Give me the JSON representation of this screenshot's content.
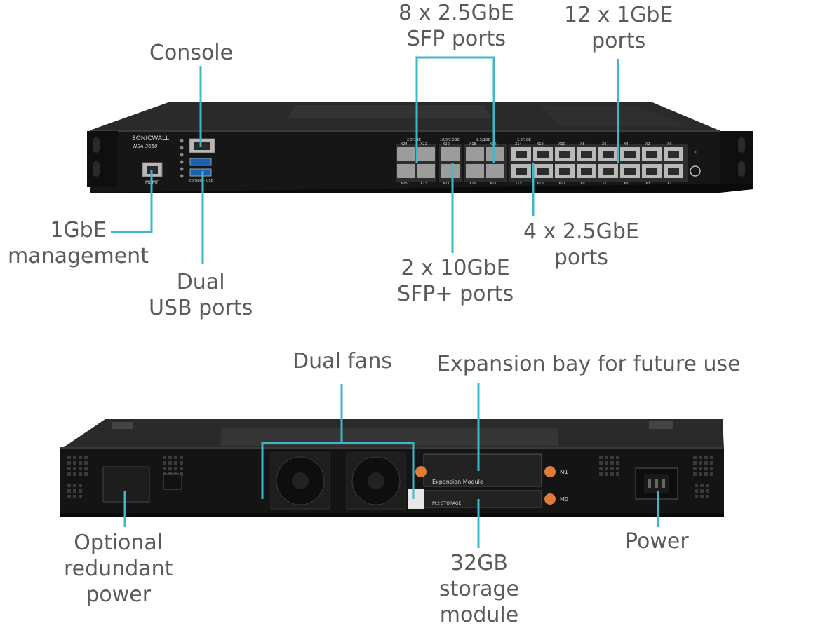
{
  "front_panel": {
    "brand": "SONICWALL",
    "model": "NSA 3650",
    "mgmt_port_label": "MGMT",
    "console_usb_label": "console · USB",
    "status_leds": [
      "M1",
      "M0",
      "⚠",
      "✎",
      "ⓘ",
      "ⓘ"
    ],
    "port_groups": [
      {
        "header": "2.5/1GE",
        "top": [
          "X24",
          "X22"
        ],
        "bottom": [
          "X25",
          "X23"
        ]
      },
      {
        "header": "10/5/2.5GE",
        "top": [
          "X20"
        ],
        "bottom": [
          "X21"
        ]
      },
      {
        "header": "2.5/1GE",
        "top": [
          "X18",
          "X16"
        ],
        "bottom": [
          "X19",
          "X17"
        ]
      },
      {
        "header": "2.5/1GE",
        "top": [
          "X14",
          "X12",
          "X10",
          "X8",
          "X6",
          "X4",
          "X2",
          "X0"
        ],
        "bottom": [
          "X15",
          "X13",
          "X11",
          "X9",
          "X7",
          "X5",
          "X3",
          "X1"
        ]
      }
    ]
  },
  "rear_panel": {
    "expansion_module_label": "Expansion Module",
    "storage_label": "M.2 STORAGE",
    "slot_labels": [
      "M1",
      "M0"
    ]
  },
  "callouts": {
    "console": [
      "Console"
    ],
    "sfp_2_5": [
      "8 x 2.5GbE",
      "SFP ports"
    ],
    "ports_1g": [
      "12 x 1GbE",
      "ports"
    ],
    "mgmt": [
      "1GbE",
      "management"
    ],
    "usb": [
      "Dual",
      "USB ports"
    ],
    "sfp_10g": [
      "2 x 10GbE",
      "SFP+ ports"
    ],
    "ports_2_5": [
      "4 x 2.5GbE",
      "ports"
    ],
    "fans": [
      "Dual fans"
    ],
    "expansion": [
      "Expansion bay for future use"
    ],
    "redundant_power": [
      "Optional",
      "redundant",
      "power"
    ],
    "storage": [
      "32GB",
      "storage",
      "module"
    ],
    "power": [
      "Power"
    ]
  },
  "colors": {
    "leader": "#3fb8c6",
    "text": "#5a5a5a",
    "chassis": "#1c1c1c"
  },
  "icons": [
    "power-icon"
  ]
}
